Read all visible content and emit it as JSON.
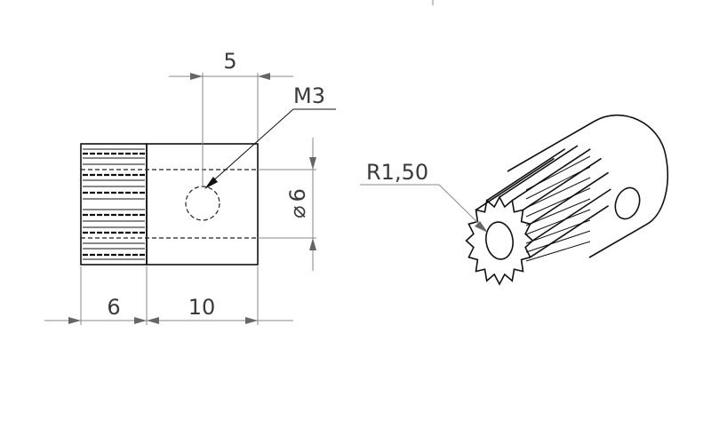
{
  "dimensions": {
    "hole_offset": "5",
    "thread": "M3",
    "diameter": "6",
    "diameter_symbol": "⌀",
    "gear_length": "6",
    "hub_length": "10",
    "radius": "R1,50"
  },
  "colors": {
    "object_line": "#111111",
    "dimension_line": "#888888",
    "text": "#3a3a3a"
  }
}
